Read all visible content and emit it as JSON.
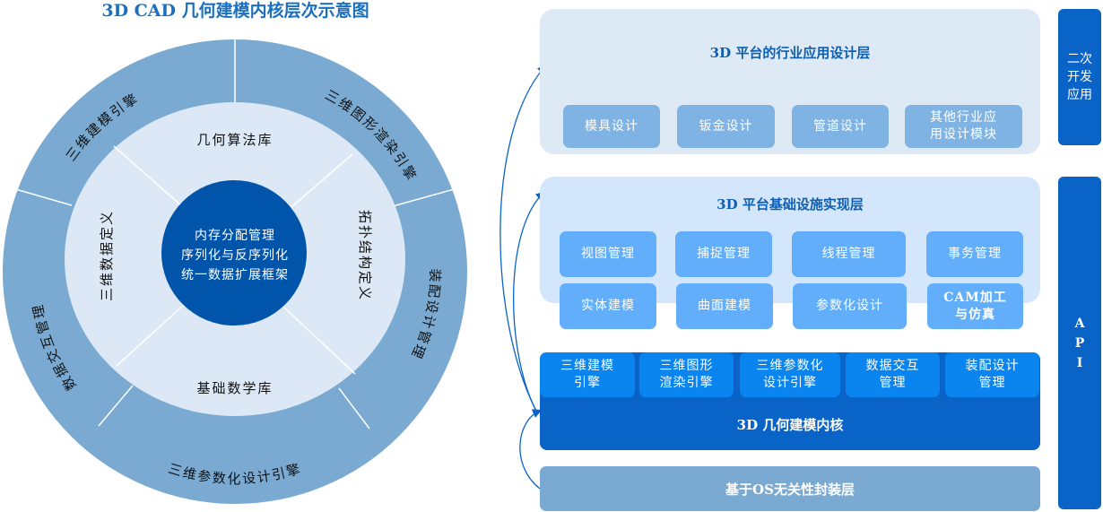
{
  "title": "3D CAD 几何建模内核层次示意图",
  "circle": {
    "center": [
      "内存分配管理",
      "序列化与反序列化",
      "统一数据扩展框架"
    ],
    "inner": {
      "top": "几何算法库",
      "bottom": "基础数学库",
      "left": "三维数据定义",
      "right": "拓扑结构定义"
    },
    "outer": {
      "top_left": "三维建模引擎",
      "top_right": "三维图形渲染引擎",
      "right": "装配设计管理",
      "bottom": "三维参数化设计引擎",
      "left": "数据交互管理"
    }
  },
  "layers": {
    "app": {
      "title": "3D 平台的行业应用设计层",
      "items": [
        "模具设计",
        "钣金设计",
        "管道设计",
        "其他行业应\n用设计模块"
      ]
    },
    "infra": {
      "title": "3D 平台基础设施实现层",
      "items": [
        "视图管理",
        "捕捉管理",
        "线程管理",
        "事务管理",
        "实体建模",
        "曲面建模",
        "参数化设计",
        "CAM加工\n与仿真"
      ]
    },
    "kernel": {
      "title": "3D 几何建模内核",
      "items": [
        "三维建模\n引擎",
        "三维图形\n渲染引擎",
        "三维参数化\n设计引擎",
        "数据交互\n管理",
        "装配设计\n管理"
      ]
    },
    "os": {
      "title": "基于OS无关性封装层"
    }
  },
  "side": {
    "secondary_dev": "二次\n开发\n应用",
    "api": "A\nP\nI"
  },
  "colors": {
    "outer_ring": "#7aaad2",
    "inner_ring": "#dce8f5",
    "core": "#0055aa",
    "kernel": "#0a64c8"
  }
}
